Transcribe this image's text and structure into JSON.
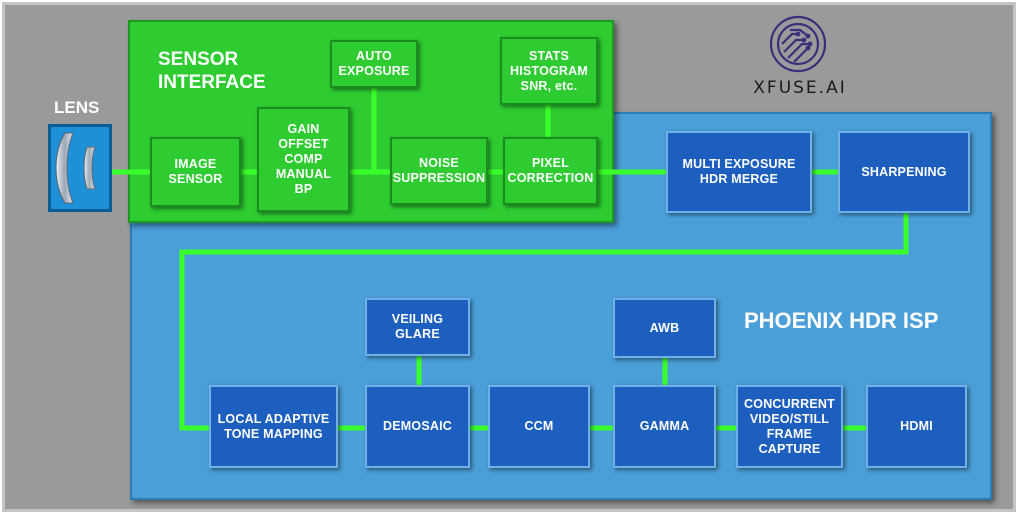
{
  "brand": {
    "name": "XFUSE.AI",
    "logo_icon": "circuit-brain-logo-icon",
    "color": "#3d2d7a"
  },
  "lens": {
    "label": "LENS",
    "icon": "lens-icon"
  },
  "sensor_interface": {
    "title": "SENSOR\nINTERFACE",
    "blocks": {
      "image_sensor": "IMAGE\nSENSOR",
      "gain_offset": "GAIN\nOFFSET\nCOMP\nMANUAL\nBP",
      "auto_exposure": "AUTO\nEXPOSURE",
      "noise_suppression": "NOISE\nSUPPRESSION",
      "stats": "STATS\nHISTOGRAM\nSNR, etc.",
      "pixel_correction": "PIXEL\nCORRECTION"
    }
  },
  "isp": {
    "title": "PHOENIX HDR ISP",
    "blocks": {
      "hdr_merge": "MULTI EXPOSURE\nHDR MERGE",
      "sharpening": "SHARPENING",
      "tone_mapping": "LOCAL ADAPTIVE\nTONE MAPPING",
      "veiling_glare": "VEILING\nGLARE",
      "demosaic": "DEMOSAIC",
      "ccm": "CCM",
      "awb": "AWB",
      "gamma": "GAMMA",
      "capture": "CONCURRENT\nVIDEO/STILL\nFRAME\nCAPTURE",
      "hdmi": "HDMI"
    }
  },
  "colors": {
    "sensor_green": "#2ecc31",
    "isp_blue_panel": "#4a9fd8",
    "block_blue": "#1d5fbf",
    "connector_green": "#39ff2a",
    "background_gray": "#9a9a9a"
  }
}
